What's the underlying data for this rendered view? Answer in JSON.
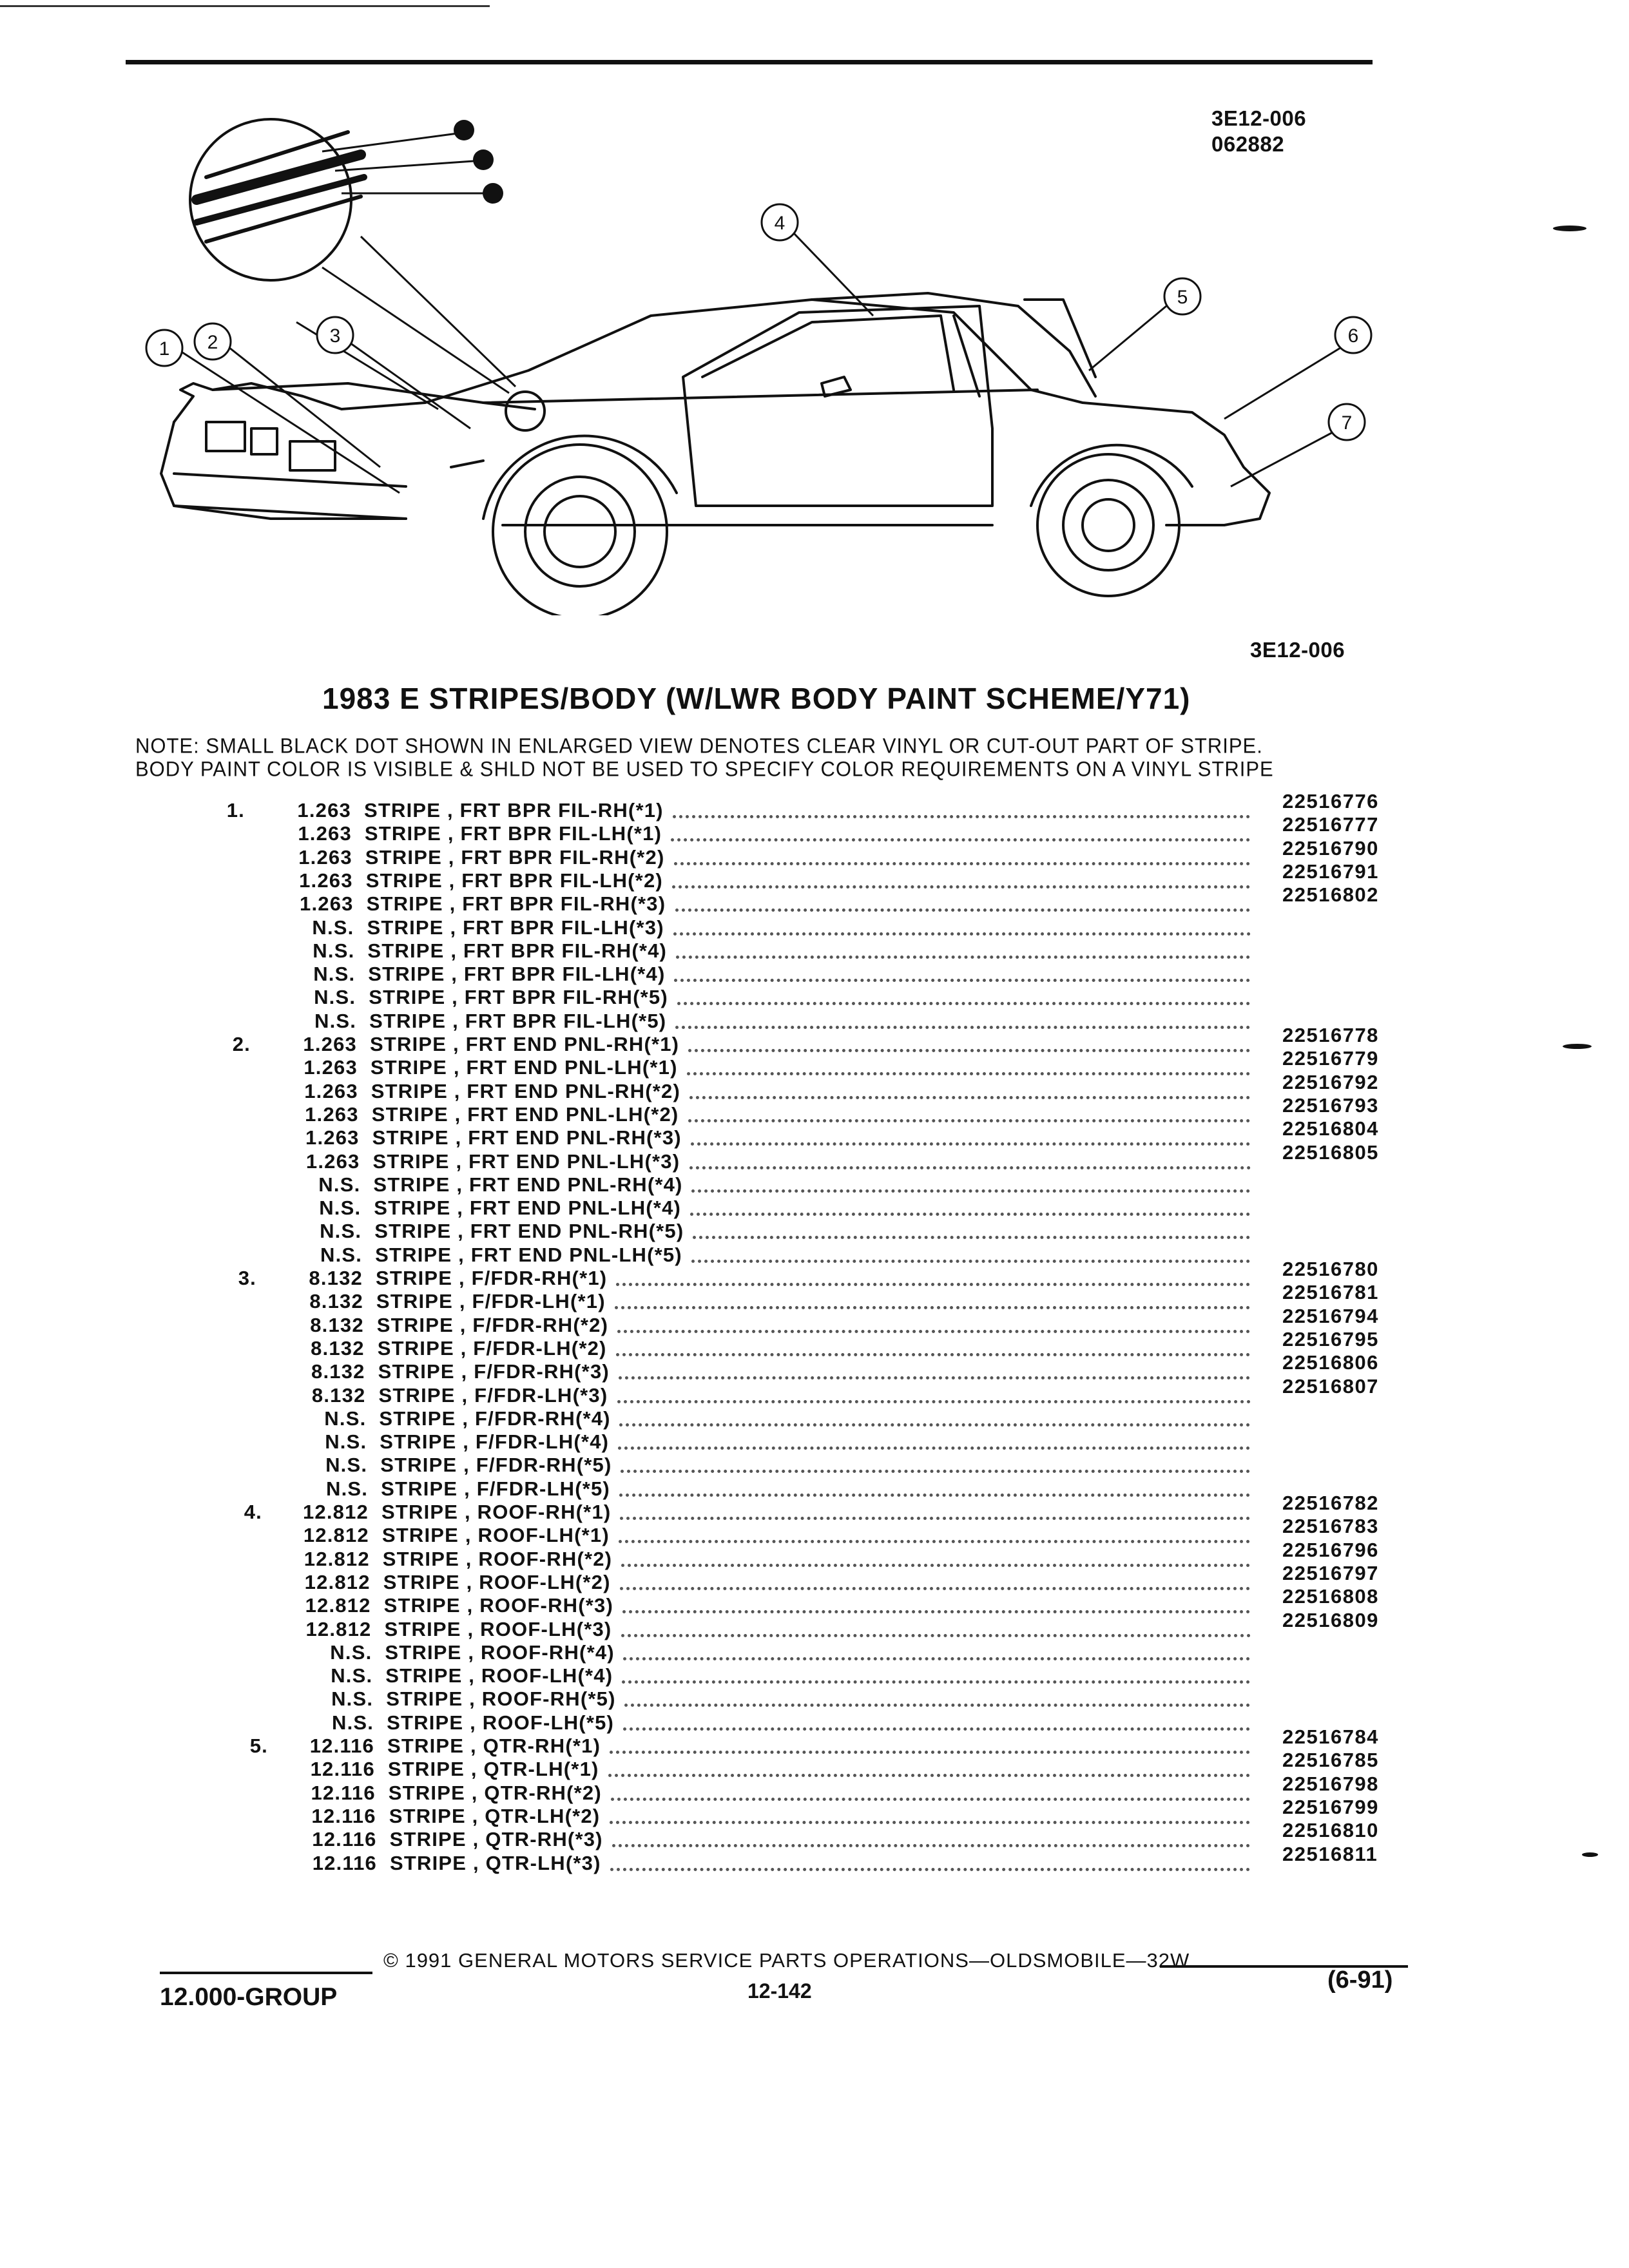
{
  "header": {
    "figure_number": "3E12-006",
    "figure_date": "062882"
  },
  "diagram": {
    "callouts": [
      "1",
      "2",
      "3",
      "4",
      "5",
      "6",
      "7"
    ],
    "caption": "3E12-006"
  },
  "title": "1983 E STRIPES/BODY (W/LWR BODY PAINT SCHEME/Y71)",
  "notes": [
    "NOTE:  SMALL BLACK DOT SHOWN IN ENLARGED VIEW DENOTES CLEAR VINYL OR CUT-OUT PART OF STRIPE.",
    "BODY PAINT COLOR IS VISIBLE & SHLD NOT BE USED TO SPECIFY COLOR REQUIREMENTS ON A VINYL STRIPE"
  ],
  "parts": [
    {
      "item": "1.",
      "qty": "1.263",
      "desc": "STRIPE , FRT BPR FIL-RH(*1)",
      "part": "22516776"
    },
    {
      "item": "",
      "qty": "1.263",
      "desc": "STRIPE , FRT BPR FIL-LH(*1)",
      "part": "22516777"
    },
    {
      "item": "",
      "qty": "1.263",
      "desc": "STRIPE , FRT BPR FIL-RH(*2)",
      "part": "22516790"
    },
    {
      "item": "",
      "qty": "1.263",
      "desc": "STRIPE , FRT BPR FIL-LH(*2)",
      "part": "22516791"
    },
    {
      "item": "",
      "qty": "1.263",
      "desc": "STRIPE , FRT BPR FIL-RH(*3)",
      "part": "22516802"
    },
    {
      "item": "",
      "qty": "N.S.",
      "desc": "STRIPE , FRT BPR FIL-LH(*3)",
      "part": ""
    },
    {
      "item": "",
      "qty": "N.S.",
      "desc": "STRIPE , FRT BPR FIL-RH(*4)",
      "part": ""
    },
    {
      "item": "",
      "qty": "N.S.",
      "desc": "STRIPE , FRT BPR FIL-LH(*4)",
      "part": ""
    },
    {
      "item": "",
      "qty": "N.S.",
      "desc": "STRIPE , FRT BPR FIL-RH(*5)",
      "part": ""
    },
    {
      "item": "",
      "qty": "N.S.",
      "desc": "STRIPE , FRT BPR FIL-LH(*5)",
      "part": ""
    },
    {
      "item": "2.",
      "qty": "1.263",
      "desc": "STRIPE , FRT END PNL-RH(*1)",
      "part": "22516778"
    },
    {
      "item": "",
      "qty": "1.263",
      "desc": "STRIPE , FRT END PNL-LH(*1)",
      "part": "22516779"
    },
    {
      "item": "",
      "qty": "1.263",
      "desc": "STRIPE , FRT END PNL-RH(*2)",
      "part": "22516792"
    },
    {
      "item": "",
      "qty": "1.263",
      "desc": "STRIPE , FRT END PNL-LH(*2)",
      "part": "22516793"
    },
    {
      "item": "",
      "qty": "1.263",
      "desc": "STRIPE , FRT END PNL-RH(*3)",
      "part": "22516804"
    },
    {
      "item": "",
      "qty": "1.263",
      "desc": "STRIPE , FRT END PNL-LH(*3)",
      "part": "22516805"
    },
    {
      "item": "",
      "qty": "N.S.",
      "desc": "STRIPE , FRT END PNL-RH(*4)",
      "part": ""
    },
    {
      "item": "",
      "qty": "N.S.",
      "desc": "STRIPE , FRT END PNL-LH(*4)",
      "part": ""
    },
    {
      "item": "",
      "qty": "N.S.",
      "desc": "STRIPE , FRT END PNL-RH(*5)",
      "part": ""
    },
    {
      "item": "",
      "qty": "N.S.",
      "desc": "STRIPE , FRT END PNL-LH(*5)",
      "part": ""
    },
    {
      "item": "3.",
      "qty": "8.132",
      "desc": "STRIPE , F/FDR-RH(*1)",
      "part": "22516780"
    },
    {
      "item": "",
      "qty": "8.132",
      "desc": "STRIPE , F/FDR-LH(*1)",
      "part": "22516781"
    },
    {
      "item": "",
      "qty": "8.132",
      "desc": "STRIPE , F/FDR-RH(*2)",
      "part": "22516794"
    },
    {
      "item": "",
      "qty": "8.132",
      "desc": "STRIPE , F/FDR-LH(*2)",
      "part": "22516795"
    },
    {
      "item": "",
      "qty": "8.132",
      "desc": "STRIPE , F/FDR-RH(*3)",
      "part": "22516806"
    },
    {
      "item": "",
      "qty": "8.132",
      "desc": "STRIPE , F/FDR-LH(*3)",
      "part": "22516807"
    },
    {
      "item": "",
      "qty": "N.S.",
      "desc": "STRIPE , F/FDR-RH(*4)",
      "part": ""
    },
    {
      "item": "",
      "qty": "N.S.",
      "desc": "STRIPE , F/FDR-LH(*4)",
      "part": ""
    },
    {
      "item": "",
      "qty": "N.S.",
      "desc": "STRIPE , F/FDR-RH(*5)",
      "part": ""
    },
    {
      "item": "",
      "qty": "N.S.",
      "desc": "STRIPE , F/FDR-LH(*5)",
      "part": ""
    },
    {
      "item": "4.",
      "qty": "12.812",
      "desc": "STRIPE , ROOF-RH(*1)",
      "part": "22516782"
    },
    {
      "item": "",
      "qty": "12.812",
      "desc": "STRIPE , ROOF-LH(*1)",
      "part": "22516783"
    },
    {
      "item": "",
      "qty": "12.812",
      "desc": "STRIPE , ROOF-RH(*2)",
      "part": "22516796"
    },
    {
      "item": "",
      "qty": "12.812",
      "desc": "STRIPE , ROOF-LH(*2)",
      "part": "22516797"
    },
    {
      "item": "",
      "qty": "12.812",
      "desc": "STRIPE , ROOF-RH(*3)",
      "part": "22516808"
    },
    {
      "item": "",
      "qty": "12.812",
      "desc": "STRIPE , ROOF-LH(*3)",
      "part": "22516809"
    },
    {
      "item": "",
      "qty": "N.S.",
      "desc": "STRIPE , ROOF-RH(*4)",
      "part": ""
    },
    {
      "item": "",
      "qty": "N.S.",
      "desc": "STRIPE , ROOF-LH(*4)",
      "part": ""
    },
    {
      "item": "",
      "qty": "N.S.",
      "desc": "STRIPE , ROOF-RH(*5)",
      "part": ""
    },
    {
      "item": "",
      "qty": "N.S.",
      "desc": "STRIPE , ROOF-LH(*5)",
      "part": ""
    },
    {
      "item": "5.",
      "qty": "12.116",
      "desc": "STRIPE , QTR-RH(*1)",
      "part": "22516784"
    },
    {
      "item": "",
      "qty": "12.116",
      "desc": "STRIPE , QTR-LH(*1)",
      "part": "22516785"
    },
    {
      "item": "",
      "qty": "12.116",
      "desc": "STRIPE , QTR-RH(*2)",
      "part": "22516798"
    },
    {
      "item": "",
      "qty": "12.116",
      "desc": "STRIPE , QTR-LH(*2)",
      "part": "22516799"
    },
    {
      "item": "",
      "qty": "12.116",
      "desc": "STRIPE , QTR-RH(*3)",
      "part": "22516810"
    },
    {
      "item": "",
      "qty": "12.116",
      "desc": "STRIPE , QTR-LH(*3)",
      "part": "22516811"
    }
  ],
  "footer": {
    "copyright": "© 1991 GENERAL MOTORS SERVICE PARTS OPERATIONS—OLDSMOBILE—32W",
    "group": "12.000-GROUP",
    "page": "12-142",
    "date": "(6-91)"
  }
}
